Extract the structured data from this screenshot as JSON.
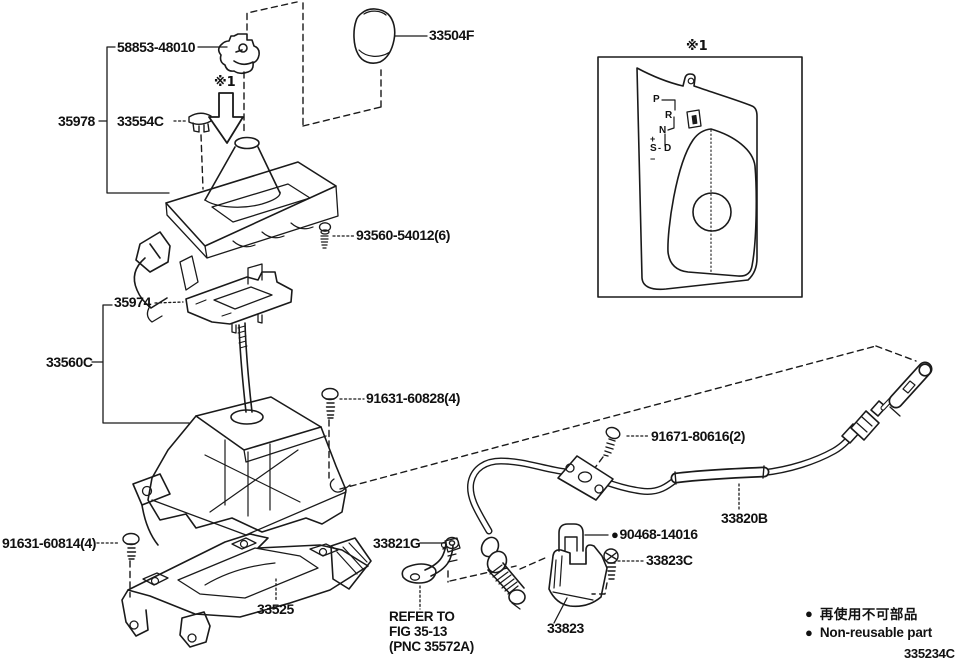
{
  "diagram": {
    "figure_code": "335234C",
    "markers": {
      "inset": "※1",
      "arrow": "※1"
    },
    "parts": {
      "knob_button": "58853-48010",
      "shift_knob": "33504F",
      "boot_assembly": "35978",
      "clip": "33554C",
      "boot_screw": "93560-54012(6)",
      "plate": "35974",
      "lever_assembly": "33560C",
      "bolt_upper": "91631-60828(4)",
      "bolt_cable_bracket": "91671-80616(2)",
      "bolt_lower": "91631-60814(4)",
      "clamp": "33821G",
      "base_bracket": "33525",
      "shift_cable": "33820B",
      "cable_clip": "90468-14016",
      "bracket_bolt": "33823C",
      "cable_bracket": "33823"
    },
    "refer_note": {
      "line1": "REFER TO",
      "line2": "FIG 35-13",
      "line3": "(PNC 35572A)"
    },
    "legend": {
      "bullet": "●",
      "jp": "再使用不可部品",
      "en": "Non-reusable part"
    },
    "shift_gate": {
      "p": "P",
      "r": "R",
      "n": "N",
      "s": "S",
      "d": "D",
      "plus": "+",
      "minus": "−",
      "dash": "-"
    }
  }
}
